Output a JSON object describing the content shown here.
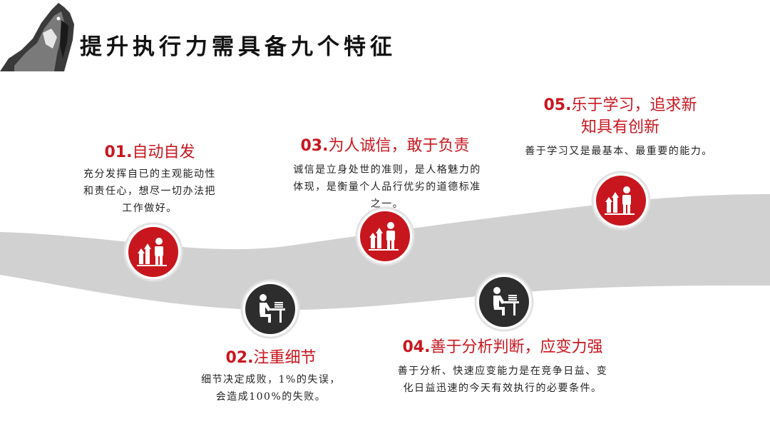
{
  "title": "提升执行力需具备九个特征",
  "items": [
    {
      "num": "01.",
      "heading": "自动自发",
      "desc_lines": [
        "充分发挥自已的主观能动性",
        "和责任心，想尽一切办法把",
        "工作做好。"
      ],
      "icon": "growth-person-icon",
      "color": "#c8161e"
    },
    {
      "num": "02.",
      "heading": "注重细节",
      "desc_lines": [
        "细节决定成败，1%的失误，",
        "会造成100%的失败。"
      ],
      "icon": "person-at-desk-icon",
      "color": "#2d2d2d"
    },
    {
      "num": "03.",
      "heading": "为人诚信，敢于负责",
      "desc_lines": [
        "诚信是立身处世的准则，是人格魅力的",
        "体现，是衡量个人品行优劣的道德标准",
        "之一。"
      ],
      "icon": "growth-person-icon",
      "color": "#c8161e"
    },
    {
      "num": "04.",
      "heading": "善于分析判断，应变力强",
      "desc_lines": [
        "善于分析、快速应变能力是在竞争日益、变",
        "化日益迅速的今天有效执行的必要条件。"
      ],
      "icon": "person-at-desk-icon",
      "color": "#2d2d2d"
    },
    {
      "num": "05.",
      "heading_lines": [
        "乐于学习，追求新",
        "知具有创新"
      ],
      "desc_lines": [
        "善于学习又是最基本、最重要的能力。"
      ],
      "icon": "growth-person-icon",
      "color": "#c8161e"
    }
  ]
}
